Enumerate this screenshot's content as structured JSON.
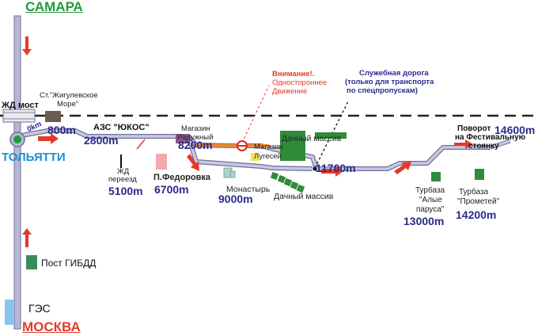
{
  "cities": {
    "samara": "САМАРА",
    "moskva": "МОСКВА",
    "tolyatti": "ТОЛЬЯТТИ"
  },
  "labels": {
    "zhd_most": "ЖД мост",
    "st_zhig_1": "Ст.\"Жигулевское",
    "st_zhig_2": "Море\"",
    "km_800": "800m",
    "km_0": "0km",
    "azs": "АЗС \"ЮКОС\"",
    "km_2800": "2800m",
    "zhd_pereezd_1": "ЖД",
    "zhd_pereezd_2": "переезд",
    "km_5100": "5100m",
    "fedorovka": "П.Федоровка",
    "km_6700": "6700m",
    "magazin_r_1": "Магазин",
    "magazin_r_2": "Радужный",
    "km_8200": "8200m",
    "vnimanie_title": "Внимание!.",
    "vnimanie_1": "Одностороннее",
    "vnimanie_2": "Движение",
    "magazin_l_1": "Магазин",
    "magazin_l_2": "Лугесей",
    "monastyr": "Монастырь",
    "km_9000": "9000m",
    "dachny_1": "Дачный массив",
    "dachny_2": "Дачный массив",
    "service_1": "Служебная дорога",
    "service_2": "(только для транспорта",
    "service_3": "по спецпропускам)",
    "km_11700": "11700m",
    "povorot_1": "Поворот",
    "povorot_2": "на Фестивальную",
    "povorot_3": "стоянку",
    "km_14600": "14600m",
    "turbaza1_1": "Турбаза",
    "turbaza1_2": "\"Алые",
    "turbaza1_3": "паруса\"",
    "km_13000": "13000m",
    "turbaza2_1": "Турбаза",
    "turbaza2_2": "\"Прометей\"",
    "km_14200": "14200m",
    "gibdd": "Пост ГИБДД",
    "ges": "ГЭС"
  },
  "colors": {
    "road": "#b7b7d6",
    "road_edge": "#6f6f9a",
    "arrow": "#e23b2c",
    "green": "#1f9a3a",
    "dacha_green": "#2e8b3a",
    "orange_road": "#f08a24",
    "rail": "#222222",
    "pink": "#f3a9ad",
    "purple": "#8a5a8a",
    "ges_blue": "#8ac6ec",
    "gibdd_green": "#3a8c5a",
    "stop_red": "#d62828",
    "monastery": "#a9d6c6"
  }
}
